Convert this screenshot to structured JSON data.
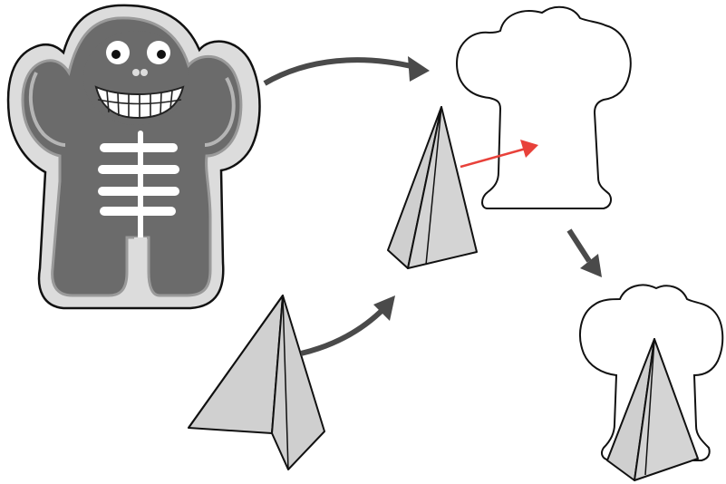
{
  "diagram": {
    "steps": [
      {
        "id": "character-cutout",
        "shape": "cartoon skeleton figure"
      },
      {
        "id": "head-outline",
        "shape": "figure silhouette"
      },
      {
        "id": "folded-stand",
        "shape": "paper triangle stand"
      },
      {
        "id": "pyramid-stand",
        "shape": "folded pyramid stand"
      },
      {
        "id": "assembled-standee",
        "shape": "silhouette on stand"
      }
    ],
    "arrows": [
      {
        "from": "character-cutout",
        "to": "head-outline",
        "color": "#4a4a4a"
      },
      {
        "from": "folded-stand",
        "to": "pyramid-stand",
        "color": "#4a4a4a"
      },
      {
        "from": "pyramid-stand",
        "to": "head-outline",
        "color": "#e8413a"
      },
      {
        "from": "head-outline",
        "to": "assembled-standee",
        "color": "#4a4a4a"
      }
    ],
    "colors": {
      "figure_fill": "#6b6b6b",
      "figure_border": "#d9d9d9",
      "bone": "#ffffff",
      "stand_fill": "#cfcfcf",
      "outline": "#111111",
      "arrow_dark": "#4a4a4a",
      "arrow_accent": "#e8413a"
    }
  }
}
